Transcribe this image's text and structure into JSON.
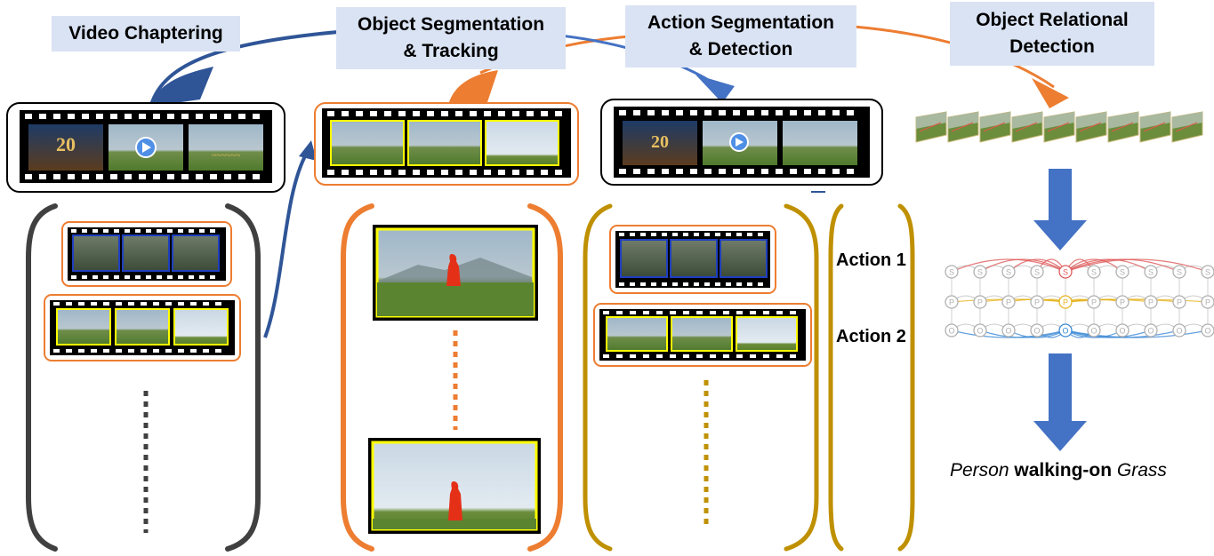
{
  "stages": {
    "video_chaptering": "Video Chaptering",
    "object_segmentation_line1": "Object Segmentation",
    "object_segmentation_line2": "& Tracking",
    "action_segmentation_line1": "Action Segmentation",
    "action_segmentation_line2": "& Detection",
    "object_relational_line1": "Object Relational",
    "object_relational_line2": "Detection"
  },
  "actions": [
    "Action 1",
    "Action 2"
  ],
  "output": {
    "subject": "Person",
    "predicate": "walking-on",
    "object": "Grass"
  },
  "graph": {
    "row_labels": [
      "S",
      "P",
      "O"
    ]
  },
  "colors": {
    "label_bg": "#dae3f3",
    "blue_arrow": "#4472c4",
    "dark_blue_arrow": "#2f5597",
    "orange": "#ed7d31",
    "gold": "#bf9000",
    "dark_bracket": "#404040",
    "frame_yellow": "#ffff00",
    "frame_blue": "#1f3fbf"
  }
}
